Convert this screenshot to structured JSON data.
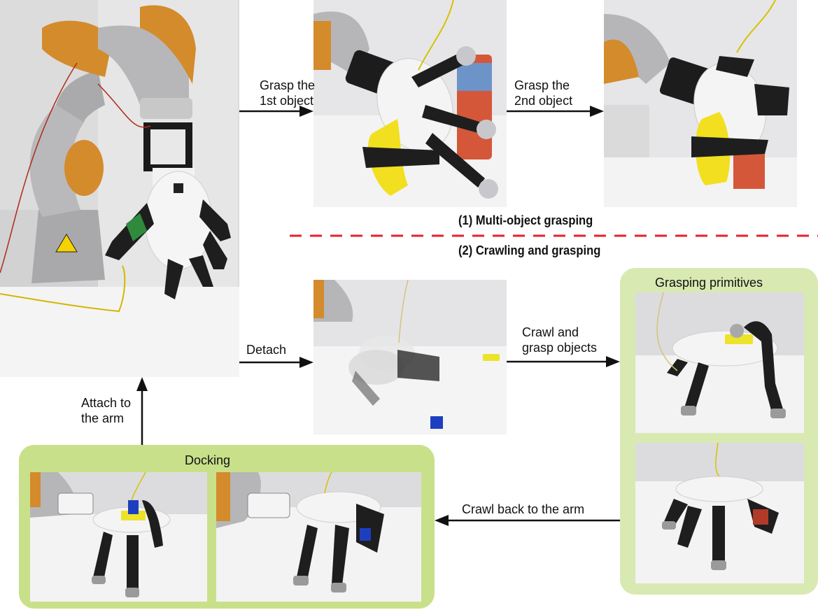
{
  "figure": {
    "sections": {
      "section1": "(1) Multi-object grasping",
      "section2": "(2) Crawling and grasping"
    },
    "arrows": {
      "grasp_first": [
        "Grasp the",
        "1st object"
      ],
      "grasp_second": [
        "Grasp the",
        "2nd object"
      ],
      "detach": "Detach",
      "crawl_grasp": [
        "Crawl and",
        "grasp objects"
      ],
      "crawl_back": "Crawl back to the arm",
      "attach": [
        "Attach to",
        "the arm"
      ]
    },
    "groups": {
      "grasping_primitives": "Grasping primitives",
      "docking": "Docking"
    },
    "photos": [
      {
        "id": "arm-with-hand",
        "description": "KUKA robot arm with multi-fingered robotic hand attached"
      },
      {
        "id": "grasp-first-object",
        "description": "Hand grasping a yellow mustard bottle near a chips can"
      },
      {
        "id": "grasp-second-object",
        "description": "Hand holding mustard bottle and chips can"
      },
      {
        "id": "detach-sequence",
        "description": "Overlapping frames of hand detaching onto table with yellow and blue blocks"
      },
      {
        "id": "primitive-top-grasp",
        "description": "Crawling hand holding yellow block on top of palm"
      },
      {
        "id": "primitive-side-grasp",
        "description": "Crawling hand holding red block underneath"
      },
      {
        "id": "docking-1",
        "description": "Crawling hand carrying blue block approaching arm"
      },
      {
        "id": "docking-2",
        "description": "Crawling hand docked at arm end-effector"
      }
    ],
    "colors": {
      "group_green": "#c9e08a",
      "group_green_light": "#d8e9b2",
      "divider_red": "#e8202a",
      "arrow": "#111111"
    }
  }
}
